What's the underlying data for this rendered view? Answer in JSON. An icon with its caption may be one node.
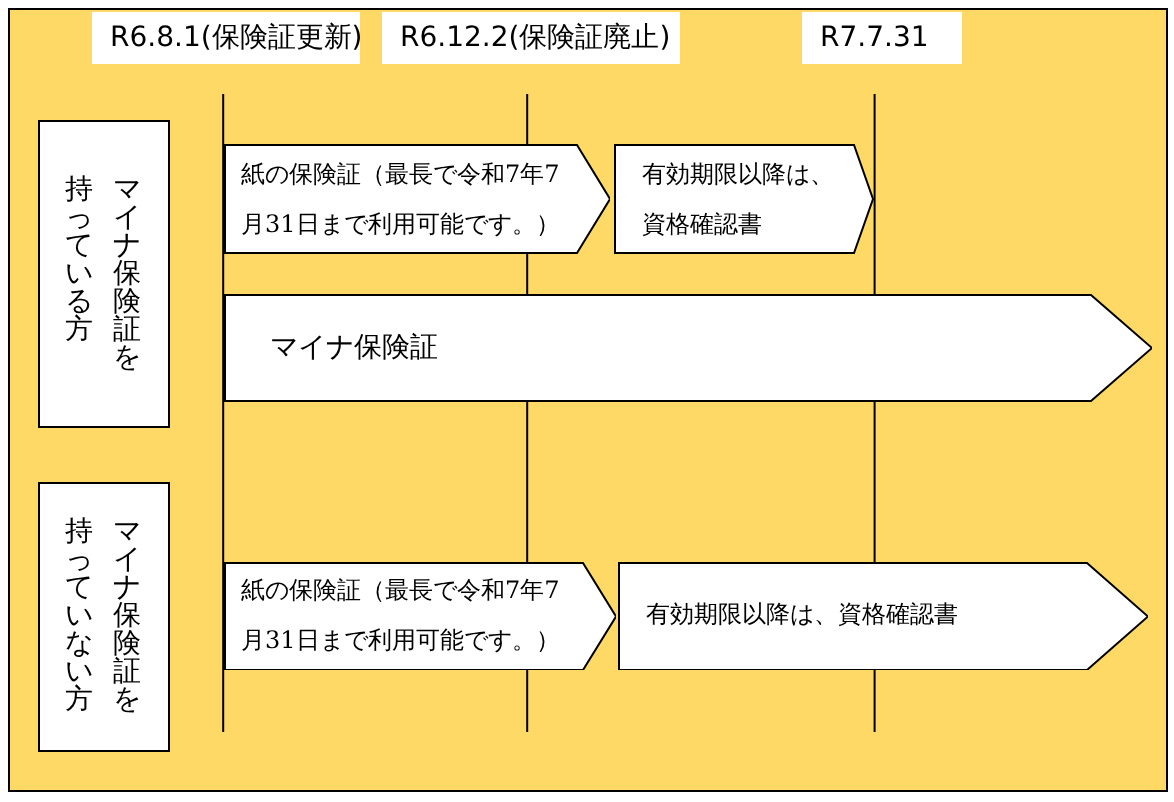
{
  "diagram": {
    "nodes": [
      {
        "text": [
          "R6.8.1(保険証更新)"
        ]
      },
      {
        "text": [
          "R6.12.2(保険証廃止)"
        ]
      },
      {
        "text": [
          "R7.7.31"
        ]
      },
      {
        "text": [
          "マイナ保険証を持っている方"
        ]
      },
      {
        "text": [
          "紙の保険証（最長で令和7年7月31日まで利用可能です。）"
        ]
      },
      {
        "text": [
          "有効期限以降は、資格確認書"
        ]
      },
      {
        "text": [
          "マイナ保険証"
        ]
      },
      {
        "text": [
          "マイナ保険証を持っていない方"
        ]
      },
      {
        "text": [
          "紙の保険証（最長で令和7年7月31日まで利用可能です。）"
        ]
      },
      {
        "text": [
          "有効期限以降は、資格確認書"
        ]
      }
    ]
  }
}
